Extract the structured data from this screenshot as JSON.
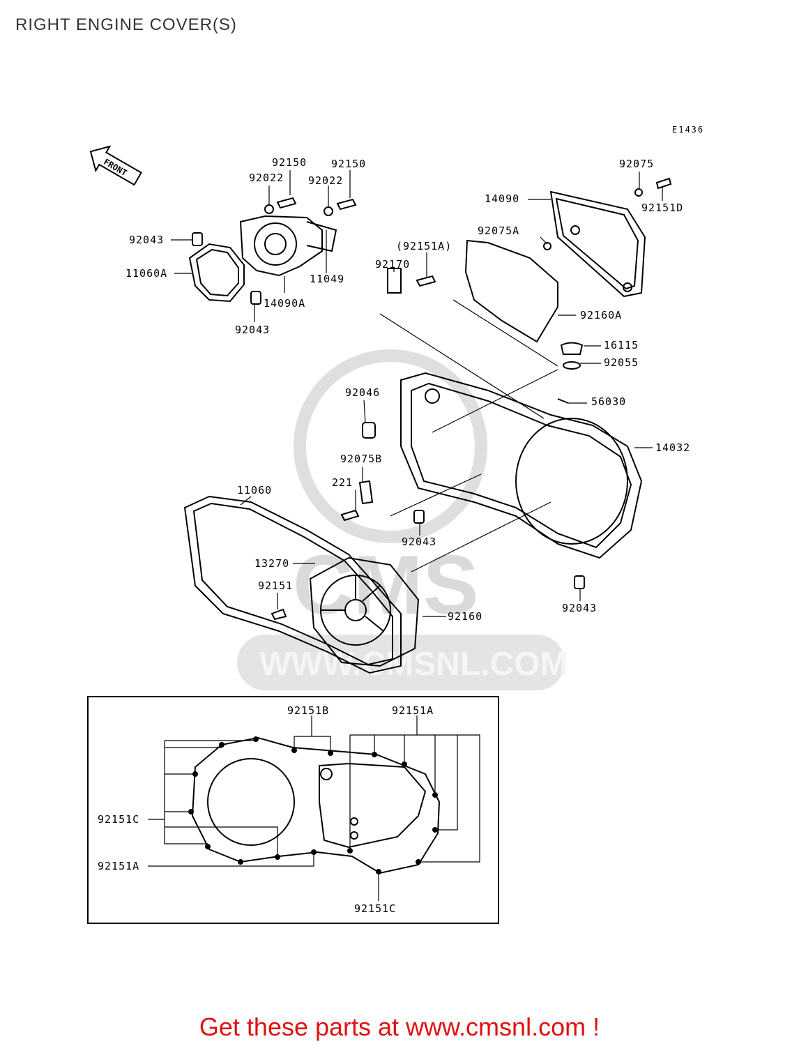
{
  "title": "RIGHT ENGINE COVER(S)",
  "diagram_code": "E1436",
  "front_arrow_text": "FRONT",
  "watermark": {
    "text1": "CMS",
    "text2": "WWW.CMSNL.COM"
  },
  "promo": {
    "text": "Get these parts at www.cmsnl.com !",
    "color": "#e01010"
  },
  "labels": {
    "p92150a": "92150",
    "p92150b": "92150",
    "p92022a": "92022",
    "p92022b": "92022",
    "p92043a": "92043",
    "p11060A": "11060A",
    "p14090A": "14090A",
    "p11049": "11049",
    "p92043b": "92043",
    "p92075": "92075",
    "p14090": "14090",
    "p92151D": "92151D",
    "p92075A": "92075A",
    "p92151Ap": "(92151A)",
    "p92170": "92170",
    "p92160A": "92160A",
    "p16115": "16115",
    "p92055": "92055",
    "p92046": "92046",
    "p56030": "56030",
    "p14032": "14032",
    "p92075B": "92075B",
    "p221": "221",
    "p11060": "11060",
    "p92043c": "92043",
    "p13270": "13270",
    "p92151": "92151",
    "p92160": "92160",
    "p92043d": "92043",
    "inset_92151B": "92151B",
    "inset_92151A_top": "92151A",
    "inset_92151C_left": "92151C",
    "inset_92151A_left": "92151A",
    "inset_92151C_bottom": "92151C"
  }
}
